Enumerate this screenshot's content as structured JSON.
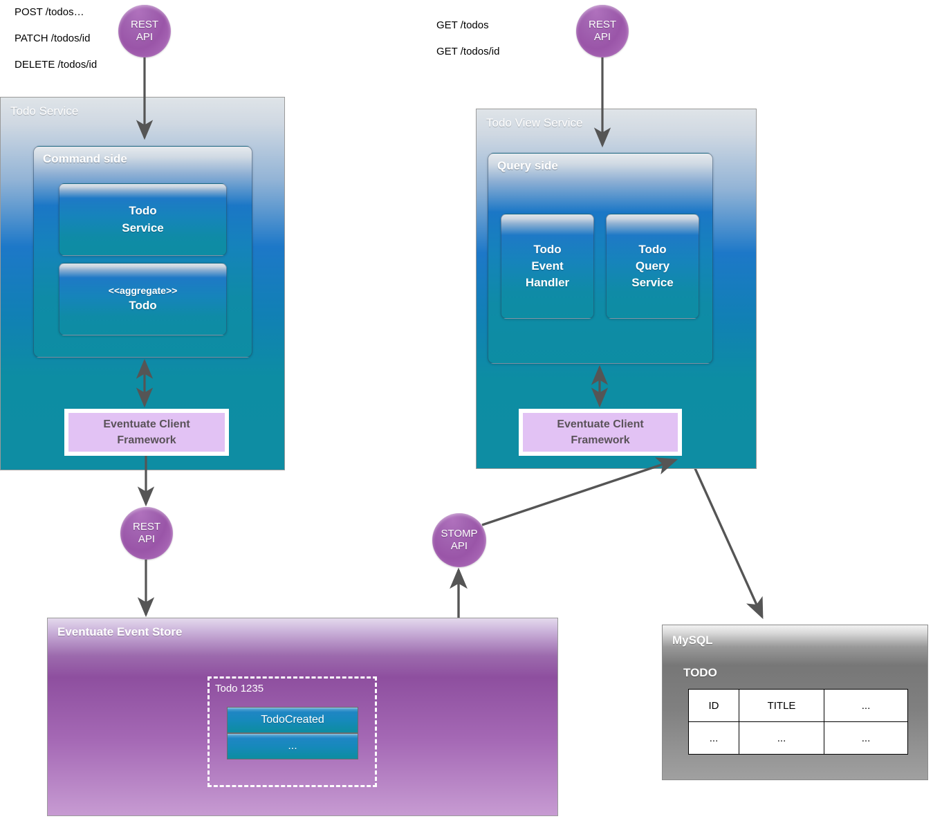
{
  "diagram": {
    "title": "Eventuate CQRS Todo architecture",
    "colors": {
      "service_blue": "#1d78c8",
      "service_teal": "#0e8da3",
      "api_purple": "#9a55a8",
      "eventuate_lavender": "#e2c2f4",
      "event_store_purple": "#8e4f9f",
      "mysql_gray": "#808080",
      "arrow_gray": "#555555"
    }
  },
  "command_endpoints": {
    "items": [
      "POST /todos…",
      "PATCH /todos/id",
      "DELETE /todos/id"
    ]
  },
  "query_endpoints": {
    "items": [
      "GET /todos",
      "GET /todos/id"
    ]
  },
  "apis": {
    "command_rest": {
      "line1": "REST",
      "line2": "API"
    },
    "query_rest": {
      "line1": "REST",
      "line2": "API"
    },
    "event_store_rest": {
      "line1": "REST",
      "line2": "API"
    },
    "stomp": {
      "line1": "STOMP",
      "line2": "API"
    }
  },
  "todo_service": {
    "title": "Todo Service",
    "panel": {
      "title": "Command side",
      "components": [
        {
          "line1": "Todo",
          "line2": "Service"
        },
        {
          "line1": "<<aggregate>>",
          "line2": "Todo"
        }
      ]
    },
    "eventuate": {
      "line1": "Eventuate  Client",
      "line2": "Framework"
    }
  },
  "todo_view_service": {
    "title": "Todo View Service",
    "panel": {
      "title": "Query side",
      "components": [
        {
          "line1": "Todo",
          "line2": "Event",
          "line3": "Handler"
        },
        {
          "line1": "Todo",
          "line2": "Query",
          "line3": "Service"
        }
      ]
    },
    "eventuate": {
      "line1": "Eventuate  Client",
      "line2": "Framework"
    }
  },
  "event_store": {
    "title": "Eventuate Event Store",
    "aggregate": {
      "title": "Todo 1235",
      "events": [
        "TodoCreated",
        "..."
      ]
    }
  },
  "mysql": {
    "title": "MySQL",
    "table_name": "TODO",
    "columns": [
      "ID",
      "TITLE",
      "..."
    ],
    "rows": [
      [
        "...",
        "...",
        "..."
      ]
    ]
  }
}
